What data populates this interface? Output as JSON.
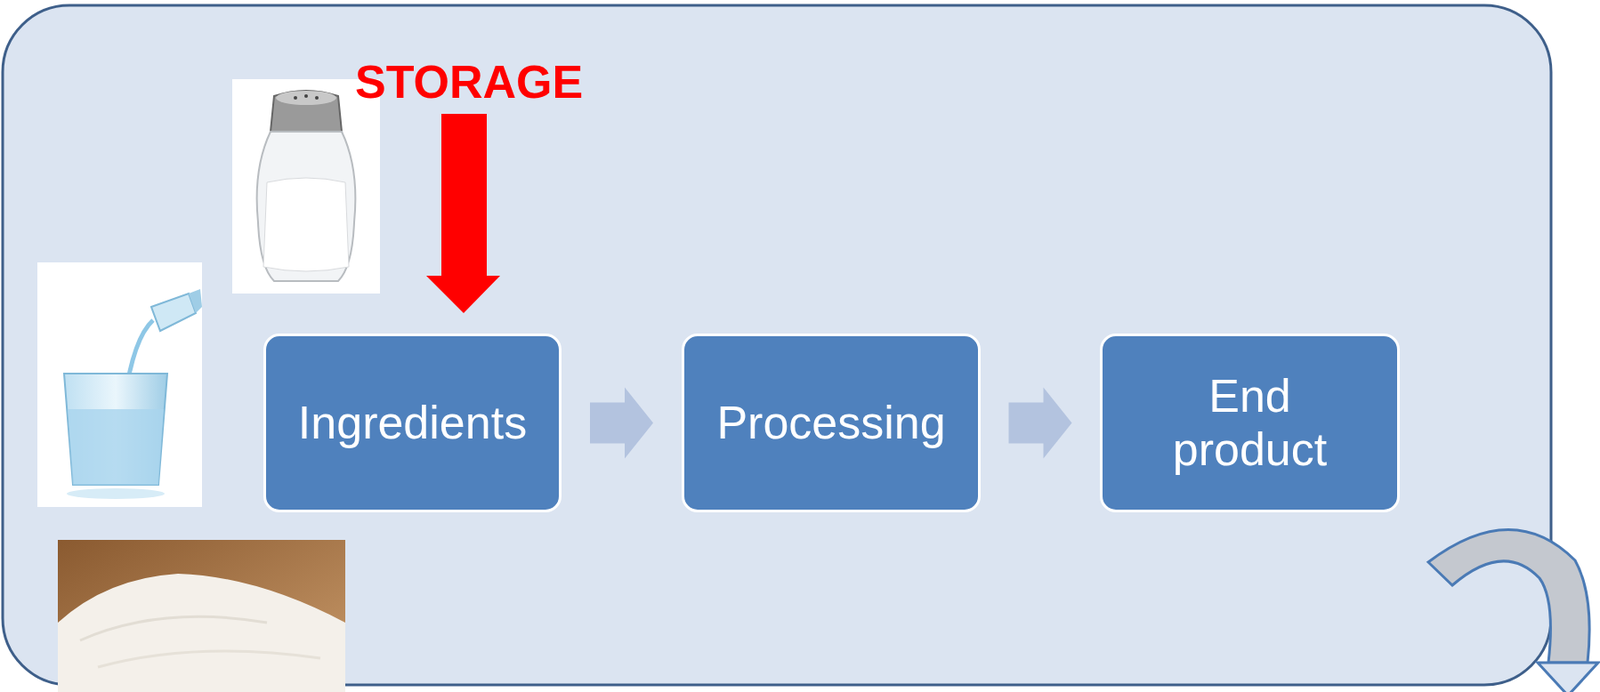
{
  "diagram": {
    "nodes": [
      {
        "text": [
          "Ingredients"
        ]
      },
      {
        "text": [
          "Processing"
        ]
      },
      {
        "text": [
          "End product"
        ]
      }
    ],
    "edges": [
      {
        "from": 0,
        "to": 1,
        "arrow": "to"
      },
      {
        "from": 1,
        "to": 2,
        "arrow": "to"
      }
    ],
    "labels": [
      "STORAGE"
    ]
  }
}
